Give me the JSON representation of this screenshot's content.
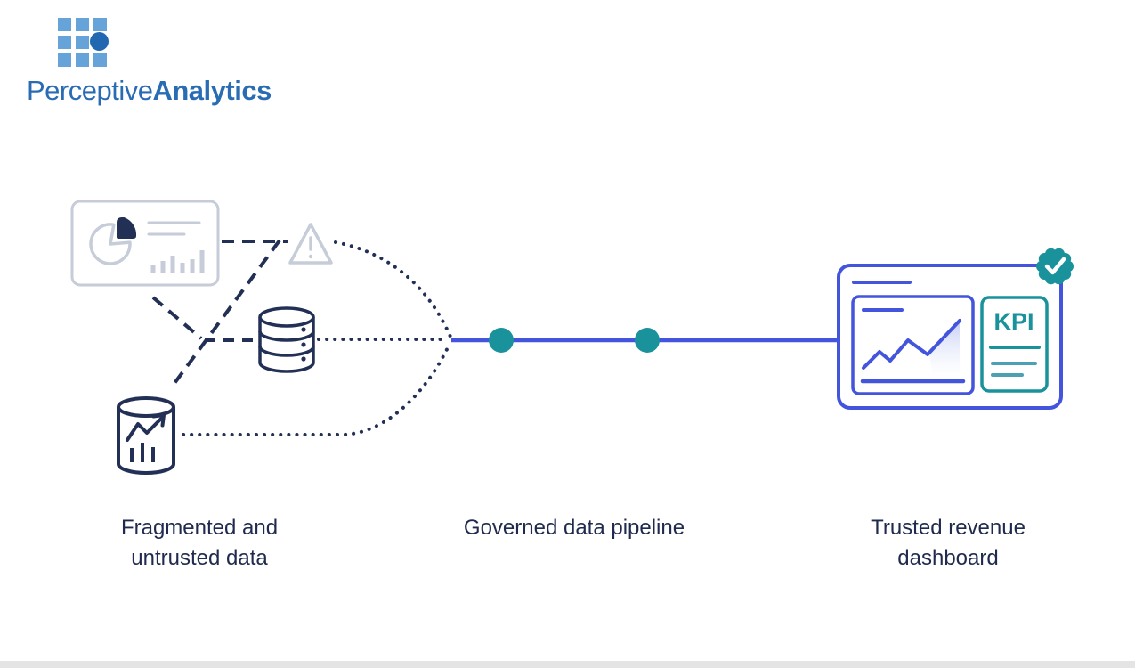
{
  "logo": {
    "brand_regular": "Perceptive",
    "brand_bold": "Analytics",
    "mark": "grid-of-squares-with-dot"
  },
  "stages": [
    {
      "id": "fragmented",
      "label_line1": "Fragmented and",
      "label_line2": "untrusted data"
    },
    {
      "id": "pipeline",
      "label_line1": "Governed data pipeline",
      "label_line2": ""
    },
    {
      "id": "dashboard",
      "label_line1": "Trusted revenue",
      "label_line2": "dashboard"
    }
  ],
  "dashboard": {
    "kpi_label": "KPI"
  },
  "icons": {
    "report_card": "analytics-card-with-pie-and-bars",
    "warning": "triangle-exclamation",
    "database": "stacked-cylinder-database",
    "data_cylinder": "cylinder-with-trend-chart",
    "pipeline_nodes": "two-filled-circles-on-line",
    "check_badge": "teal-seal-with-checkmark",
    "kpi_card": "kpi-summary-card",
    "revenue_chart": "rising-line-chart"
  },
  "colors": {
    "navy": "#233056",
    "text_navy": "#1f2a4e",
    "light_gray": "#c6cdd9",
    "blue": "#4355dc",
    "teal": "#1a929b",
    "teal_light": "#4ba0b4",
    "logo_blue": "#2a6cb4",
    "logo_square": "#66a3d9",
    "logo_circle": "#2268b0",
    "chart_fill": "#b9c4f2"
  }
}
